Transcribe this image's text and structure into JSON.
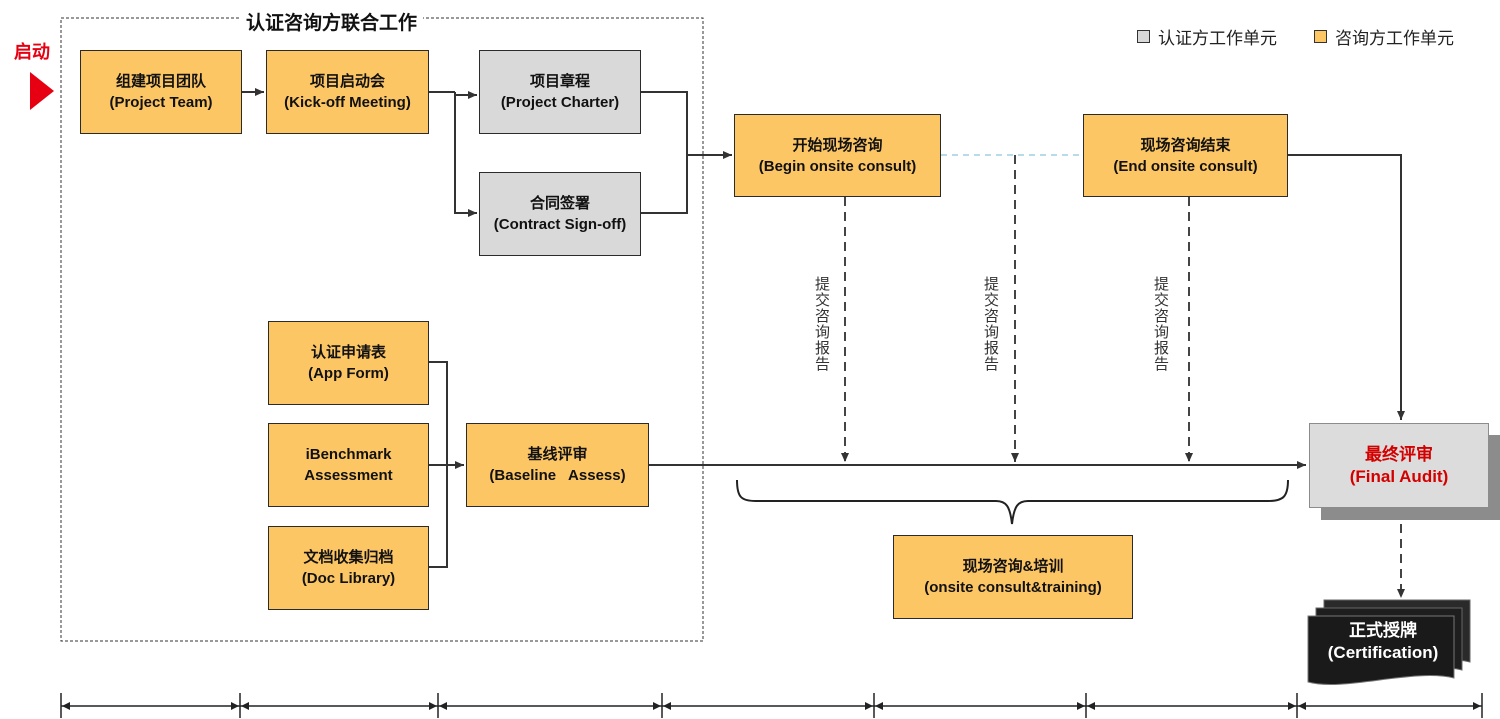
{
  "header": {
    "group_title": "认证咨询方联合工作",
    "start_label": "启动"
  },
  "legend": [
    {
      "label": "认证方工作单元",
      "color": "#d9d9d9",
      "icon": "gray-square-icon"
    },
    {
      "label": "咨询方工作单元",
      "color": "#fdc665",
      "icon": "orange-square-icon"
    }
  ],
  "nodes": {
    "project_team": {
      "cn": "组建项目团队",
      "en": "(Project Team)"
    },
    "kickoff": {
      "cn": "项目启动会",
      "en": "(Kick-off Meeting)"
    },
    "charter": {
      "cn": "项目章程",
      "en": "(Project Charter)"
    },
    "contract": {
      "cn": "合同签署",
      "en": "(Contract Sign-off)"
    },
    "app_form": {
      "cn": "认证申请表",
      "en": "(App Form)"
    },
    "ibenchmark": {
      "cn": "iBenchmark",
      "en": "Assessment"
    },
    "doc_library": {
      "cn": "文档收集归档",
      "en": "(Doc Library)"
    },
    "baseline": {
      "cn": "基线评审",
      "en": "(Baseline   Assess)"
    },
    "begin_consult": {
      "cn": "开始现场咨询",
      "en": "(Begin onsite consult)"
    },
    "end_consult": {
      "cn": "现场咨询结束",
      "en": "(End onsite consult)"
    },
    "training": {
      "cn": "现场咨询&培训",
      "en": "(onsite consult&training)"
    },
    "final_audit": {
      "cn": "最终评审",
      "en": "(Final Audit)"
    },
    "certification": {
      "cn": "正式授牌",
      "en": "(Certification)"
    }
  },
  "report_labels": [
    "提交咨询报告",
    "提交咨询报告",
    "提交咨询报告"
  ],
  "colors": {
    "consultant": "#fdc665",
    "certifier": "#d9d9d9",
    "start": "#e60012",
    "final_text": "#d40000",
    "certification_bg": "#1a1a1a"
  }
}
